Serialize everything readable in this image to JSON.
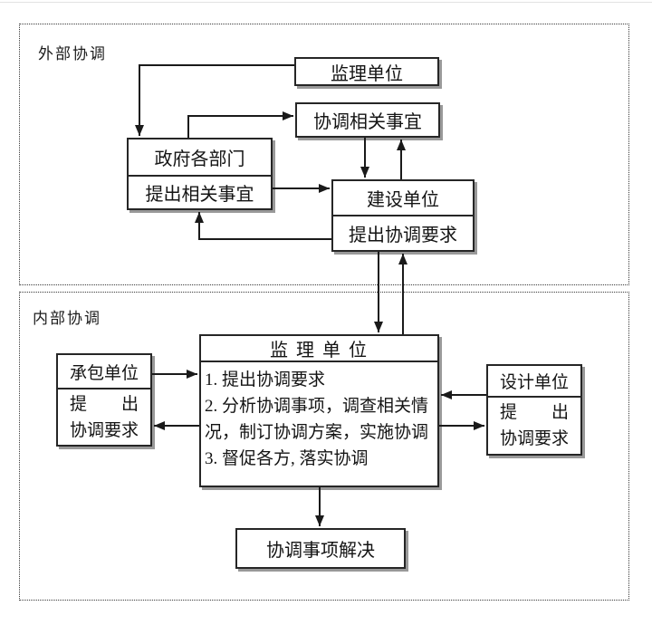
{
  "colors": {
    "line": "#1a1a1a",
    "box_border": "#262626",
    "box_shadow": "#999999",
    "background": "#ffffff"
  },
  "sections": {
    "external": {
      "label": "外部协调",
      "boxes": {
        "supervision": {
          "title": "监理单位"
        },
        "related_matters": {
          "title": "协调相关事宜"
        },
        "government": {
          "title": "政府各部门",
          "subtitle": "提出相关事宜"
        },
        "construction": {
          "title": "建设单位",
          "subtitle": "提出协调要求"
        }
      }
    },
    "internal": {
      "label": "内部协调",
      "boxes": {
        "contractor": {
          "title": "承包单位",
          "request_line1": "提　　出",
          "request_line2": "协调要求"
        },
        "supervision": {
          "title": "监 理 单 位",
          "items": [
            "1. 提出协调要求",
            "2. 分析协调事项，调查相关情况，制订协调方案，实施协调",
            "3. 督促各方, 落实协调"
          ]
        },
        "design": {
          "title": "设计单位",
          "request_line1": "提　　出",
          "request_line2": "协调要求"
        },
        "resolved": {
          "title": "协调事项解决"
        }
      }
    }
  }
}
